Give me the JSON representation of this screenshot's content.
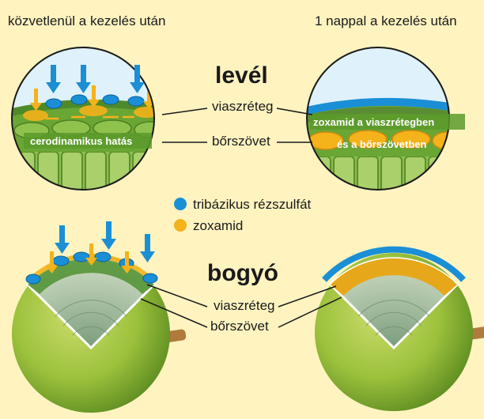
{
  "captions": {
    "before": "közvetlenül a kezelés után",
    "after": "1 nappal a kezelés után"
  },
  "leaf": {
    "title": "levél",
    "wax_label": "viaszréteg",
    "skin_label": "bőrszövet",
    "cerodynamic": "cerodinamikus hatás",
    "zox_wax": "zoxamid a viaszrétegben",
    "zox_skin": "és a bőrszövetben"
  },
  "legend": {
    "items": [
      {
        "label": "tribázikus rézszulfát",
        "color": "#1a8fd6"
      },
      {
        "label": "zoxamid",
        "color": "#f4b21b"
      }
    ]
  },
  "berry": {
    "title": "bogyó",
    "wax_label": "viaszréteg",
    "skin_label": "bőrszövet"
  },
  "colors": {
    "background": "#fff3c0",
    "copper_blue": "#1a8fd6",
    "zoxamid_orange": "#f4b21b",
    "leaf_green": "#6aa634",
    "berry_green": "#9cc13c"
  }
}
